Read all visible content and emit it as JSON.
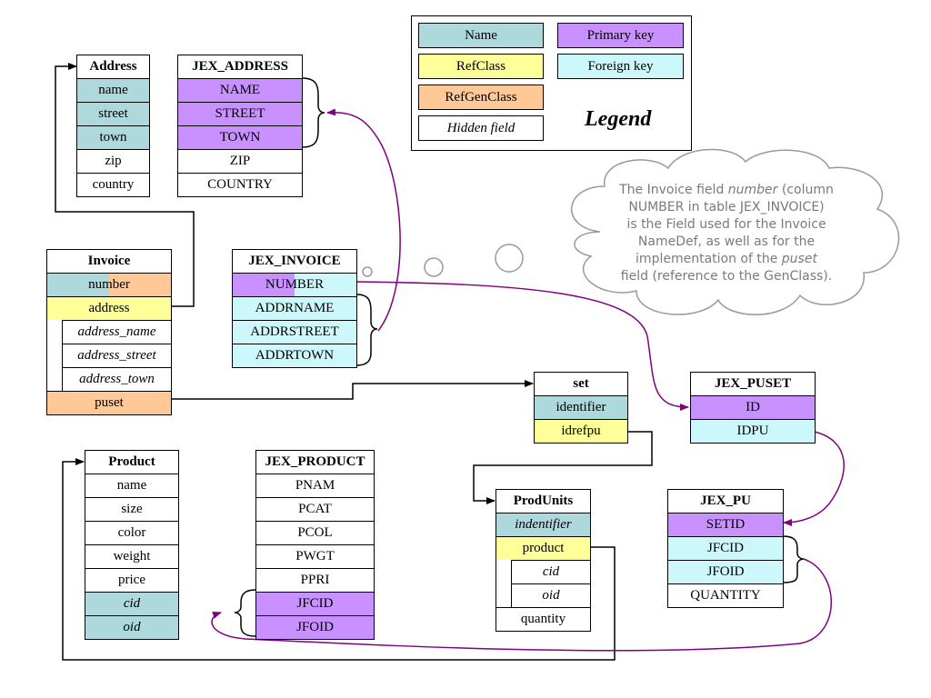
{
  "legend": {
    "title": "Legend",
    "items": {
      "name": "Name",
      "primary_key": "Primary key",
      "refclass": "RefClass",
      "foreign_key": "Foreign key",
      "refgenclass": "RefGenClass",
      "hidden_field": "Hidden field"
    }
  },
  "colors": {
    "name": "#add8dc",
    "primary_key": "#c891ff",
    "foreign_key": "#ccf8fb",
    "refclass": "#ffff99",
    "refgenclass": "#ffc896",
    "connector": "#800080"
  },
  "tables": {
    "address": {
      "title": "Address",
      "fields": [
        "name",
        "street",
        "town",
        "zip",
        "country"
      ]
    },
    "jex_address": {
      "title": "JEX_ADDRESS",
      "fields": [
        "NAME",
        "STREET",
        "TOWN",
        "ZIP",
        "COUNTRY"
      ]
    },
    "invoice": {
      "title": "Invoice",
      "fields": [
        "number",
        "address",
        "address_name",
        "address_street",
        "address_town",
        "puset"
      ]
    },
    "jex_invoice": {
      "title": "JEX_INVOICE",
      "fields": [
        "NUMBER",
        "ADDRNAME",
        "ADDRSTREET",
        "ADDRTOWN"
      ]
    },
    "set": {
      "title": "set",
      "fields": [
        "identifier",
        "idrefpu"
      ]
    },
    "jex_puset": {
      "title": "JEX_PUSET",
      "fields": [
        "ID",
        "IDPU"
      ]
    },
    "product": {
      "title": "Product",
      "fields": [
        "name",
        "size",
        "color",
        "weight",
        "price",
        "cid",
        "oid"
      ]
    },
    "jex_product": {
      "title": "JEX_PRODUCT",
      "fields": [
        "PNAM",
        "PCAT",
        "PCOL",
        "PWGT",
        "PPRI",
        "JFCID",
        "JFOID"
      ]
    },
    "produnits": {
      "title": "ProdUnits",
      "fields": [
        "indentifier",
        "product",
        "cid",
        "oid",
        "quantity"
      ]
    },
    "jex_pu": {
      "title": "JEX_PU",
      "fields": [
        "SETID",
        "JFCID",
        "JFOID",
        "QUANTITY"
      ]
    }
  },
  "note": {
    "line1a": "The Invoice field ",
    "line1b": "number",
    "line1c": " (column",
    "line2": "NUMBER in table JEX_INVOICE)",
    "line3": "is the Field used for the Invoice",
    "line4": "NameDef, as well as for the",
    "line5a": "implementation of the ",
    "line5b": "puset",
    "line6": "field (reference to the GenClass)."
  }
}
